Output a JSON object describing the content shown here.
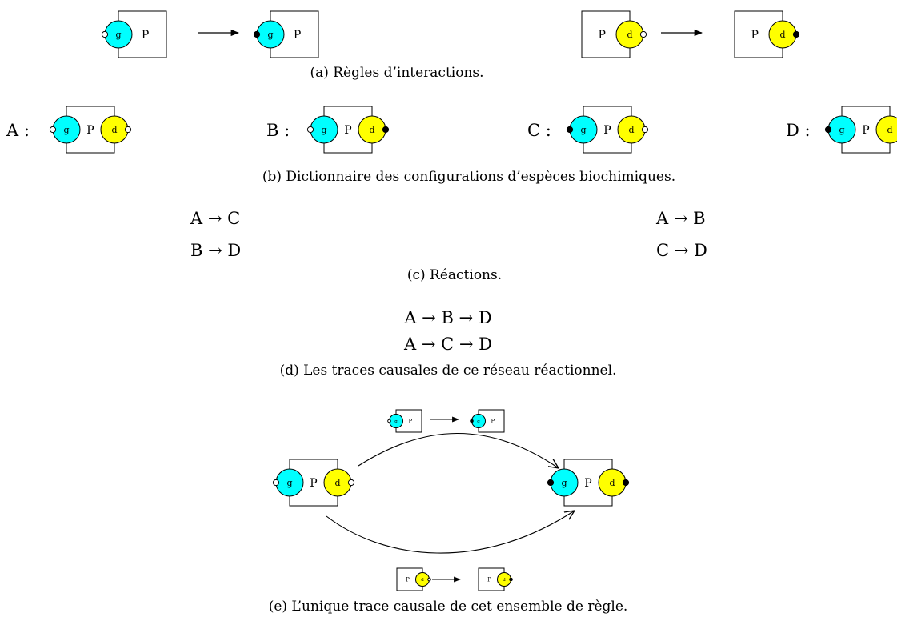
{
  "colors": {
    "g_site": "#00ffff",
    "d_site": "#ffff00",
    "bond": "#000000",
    "free": "#ffffff"
  },
  "agent": {
    "name": "P",
    "site_left": "g",
    "site_right": "d"
  },
  "panels": {
    "a": {
      "caption": "(a) Règles d’interactions."
    },
    "b": {
      "caption": "(b) Dictionnaire des configurations d’espèces biochimiques.",
      "labels": [
        "A :",
        "B :",
        "C :",
        "D :"
      ]
    },
    "c": {
      "caption": "(c) Réactions.",
      "left": [
        "A → C",
        "B → D"
      ],
      "right": [
        "A → B",
        "C → D"
      ]
    },
    "d": {
      "caption": "(d) Les traces causales de ce réseau réactionnel.",
      "lines": [
        "A → B → D",
        "A → C → D"
      ]
    },
    "e": {
      "caption": "(e) L’unique trace causale de cet ensemble de règle."
    }
  }
}
